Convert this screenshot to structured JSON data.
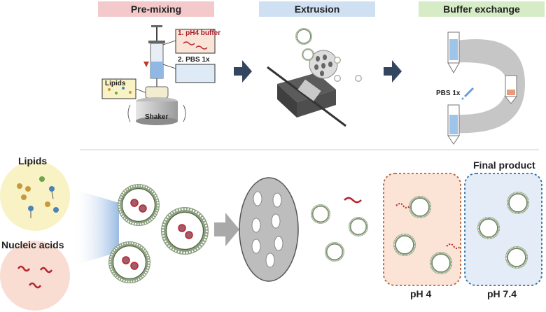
{
  "stages": [
    {
      "label": "Pre-mixing",
      "color": "#f3c9cb"
    },
    {
      "label": "Extrusion",
      "color": "#cfe0f3"
    },
    {
      "label": "Buffer exchange",
      "color": "#d6ecc6"
    }
  ],
  "premix": {
    "step1": "1. pH4 buffer",
    "step2": "2. PBS 1x",
    "lipids_box": "Lipids",
    "shaker": "Shaker"
  },
  "buffer_exchange": {
    "pbs": "PBS 1x"
  },
  "bottom": {
    "lipids": "Lipids",
    "nucleic_acids": "Nucleic acids",
    "final_product": "Final product",
    "ph4": "pH 4",
    "ph74": "pH 7.4"
  },
  "colors": {
    "arrow": "#33455f",
    "ph4_bg": "#fbe3d6",
    "ph4_border": "#b5643b",
    "ph74_bg": "#e4ecf8",
    "ph74_border": "#2e6f9e",
    "lipid_circle": "#f8f2c4",
    "nucleic_circle": "#f9ddd2",
    "rna": "#b8252f"
  }
}
